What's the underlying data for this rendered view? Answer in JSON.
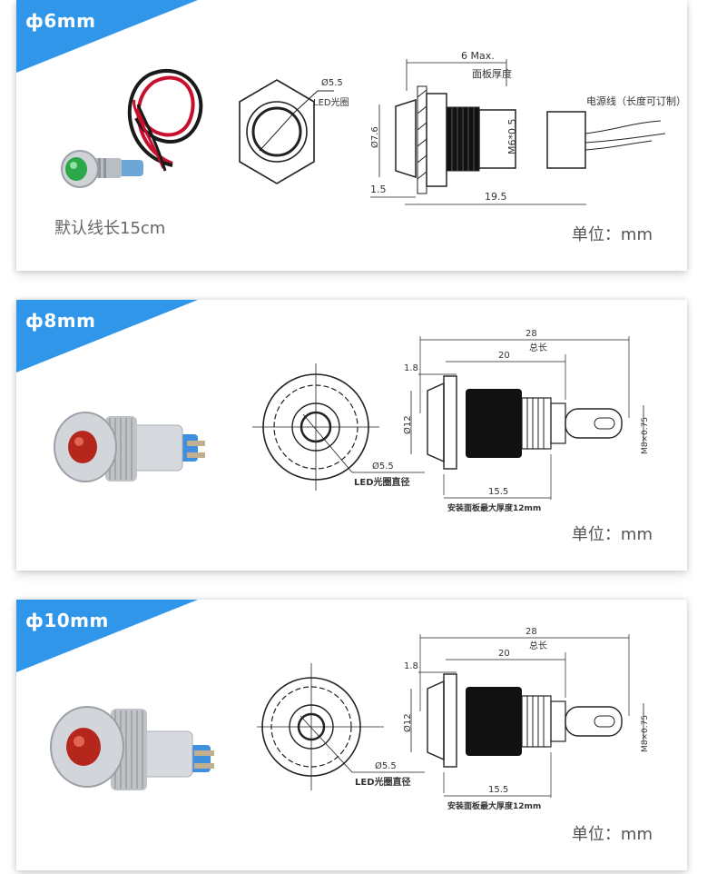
{
  "sections": [
    {
      "size_label": "ф6mm",
      "caption": "默认线长15cm",
      "unit": "单位：mm",
      "dims": {
        "led_ring": "LED光圈",
        "led_dia": "Ø5.5",
        "max_label": "6  Max.",
        "panel_thickness": "面板厚度",
        "body_dia": "Ø7.6",
        "thread": "M6*0.5",
        "wire": "电源线（长度可订制）",
        "flange": "1.5",
        "length": "19.5"
      }
    },
    {
      "size_label": "ф8mm",
      "unit": "单位：mm",
      "dims": {
        "total": "28",
        "total_label": "总长",
        "body": "20",
        "flange": "1.8",
        "dia": "Ø12",
        "thread": "M8×0.75",
        "thread_len": "15.5",
        "panel_max": "安装面板最大厚度12mm",
        "led_dia": "Ø5.5",
        "led_label": "LED光圈直径"
      }
    },
    {
      "size_label": "ф10mm",
      "unit": "单位：mm",
      "dims": {
        "total": "28",
        "total_label": "总长",
        "body": "20",
        "flange": "1.8",
        "dia": "Ø12",
        "thread": "M8×0.75",
        "thread_len": "15.5",
        "panel_max": "安装面板最大厚度12mm",
        "led_dia": "Ø5.5",
        "led_label": "LED光圈直径"
      }
    }
  ]
}
